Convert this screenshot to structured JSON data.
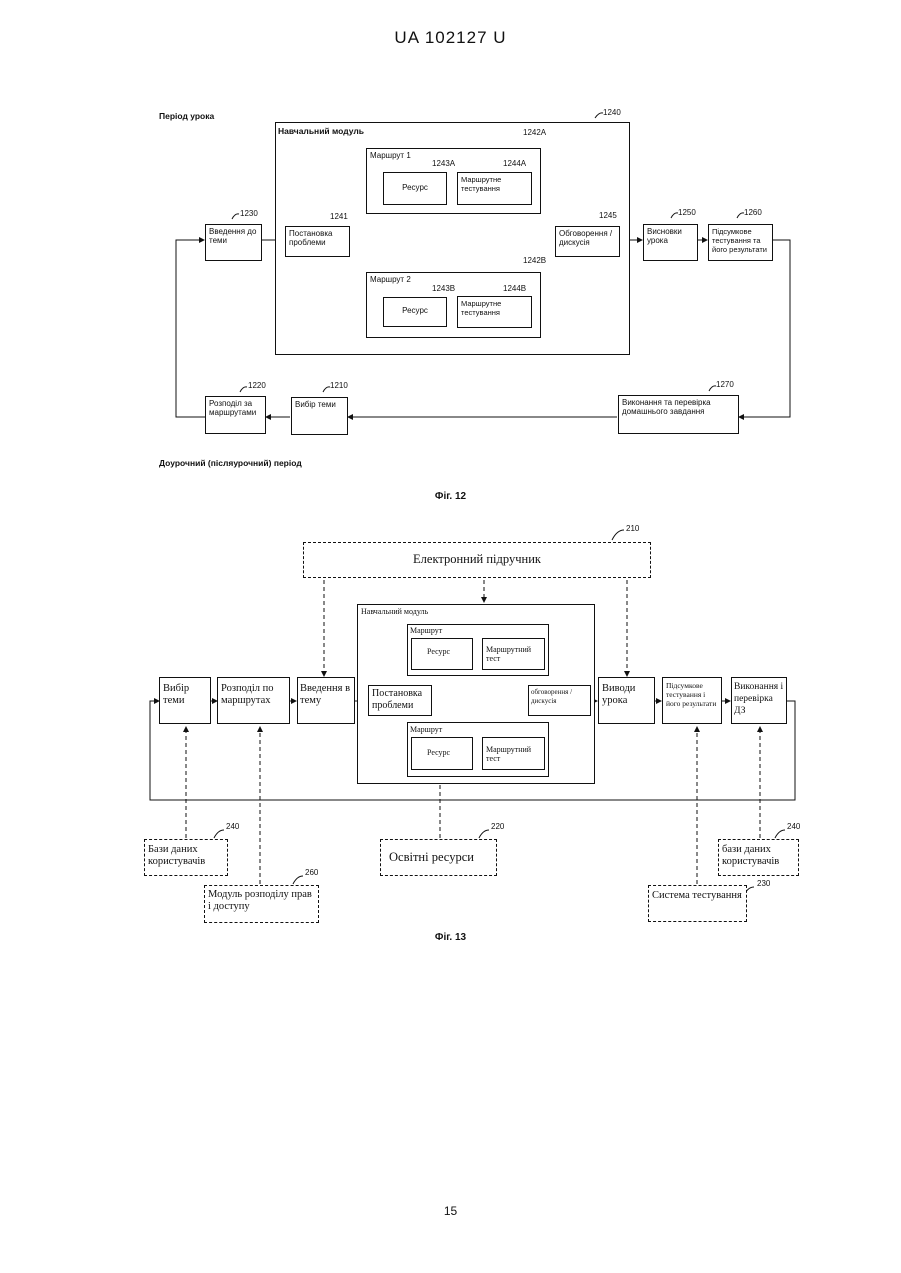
{
  "header": "UA   102127   U",
  "page_number": "15",
  "fig12": {
    "caption": "Фіг. 12",
    "period_lesson": "Період урока",
    "period_pre": "Доурочний (післяурочний) період",
    "module_title": "Навчальний модуль",
    "route1_title": "Маршрут 1",
    "route2_title": "Маршрут 2",
    "resource": "Ресурс",
    "route_test_a": "Маршрутне тестування",
    "route_test_b": "Маршрутне тестування",
    "intro": "Введення до теми",
    "problem": "Постановка проблеми",
    "discussion": "Обговорення / дискусія",
    "conclusions": "Висновки урока",
    "final_test": "Підсумкове тестування та його результати",
    "distribution": "Розподіл за маршрутами",
    "choose_topic": "Вибір теми",
    "homework": "Виконання та перевірка домашнього завдання",
    "refs": {
      "r1240": "1240",
      "r1242a": "1242A",
      "r1243a": "1243A",
      "r1244a": "1244A",
      "r1241": "1241",
      "r1230": "1230",
      "r1245": "1245",
      "r1250": "1250",
      "r1260": "1260",
      "r1242b": "1242B",
      "r1243b": "1243B",
      "r1244b": "1244B",
      "r1220": "1220",
      "r1210": "1210",
      "r1270": "1270"
    }
  },
  "fig13": {
    "caption": "Фіг. 13",
    "textbook": "Електронний підручник",
    "module_title": "Навчальний модуль",
    "route_a": "Маршрут",
    "route_b": "Маршрут",
    "resource_a": "Ресурс",
    "resource_b": "Ресурс",
    "route_test_a": "Маршрутний тест",
    "route_test_b": "Маршрутний тест",
    "choose_topic": "Вибір теми",
    "distribution": "Розподіл по маршрутах",
    "intro": "Введення в тему",
    "problem": "Постановка проблеми",
    "discussion": "обговорення / дискусія",
    "conclusions": "Виводи урока",
    "final_test": "Підсумкове тестування і його результати",
    "homework": "Виконання і перевірка ДЗ",
    "users_db_left": "Бази даних користувачів",
    "users_db_right": "бази даних користувачів",
    "edu_resources": "Освітні ресурси",
    "access_module": "Модуль розподілу прав і доступу",
    "testing_system": "Система тестування",
    "refs": {
      "r210": "210",
      "r240a": "240",
      "r240b": "240",
      "r220": "220",
      "r260": "260",
      "r230": "230"
    }
  }
}
